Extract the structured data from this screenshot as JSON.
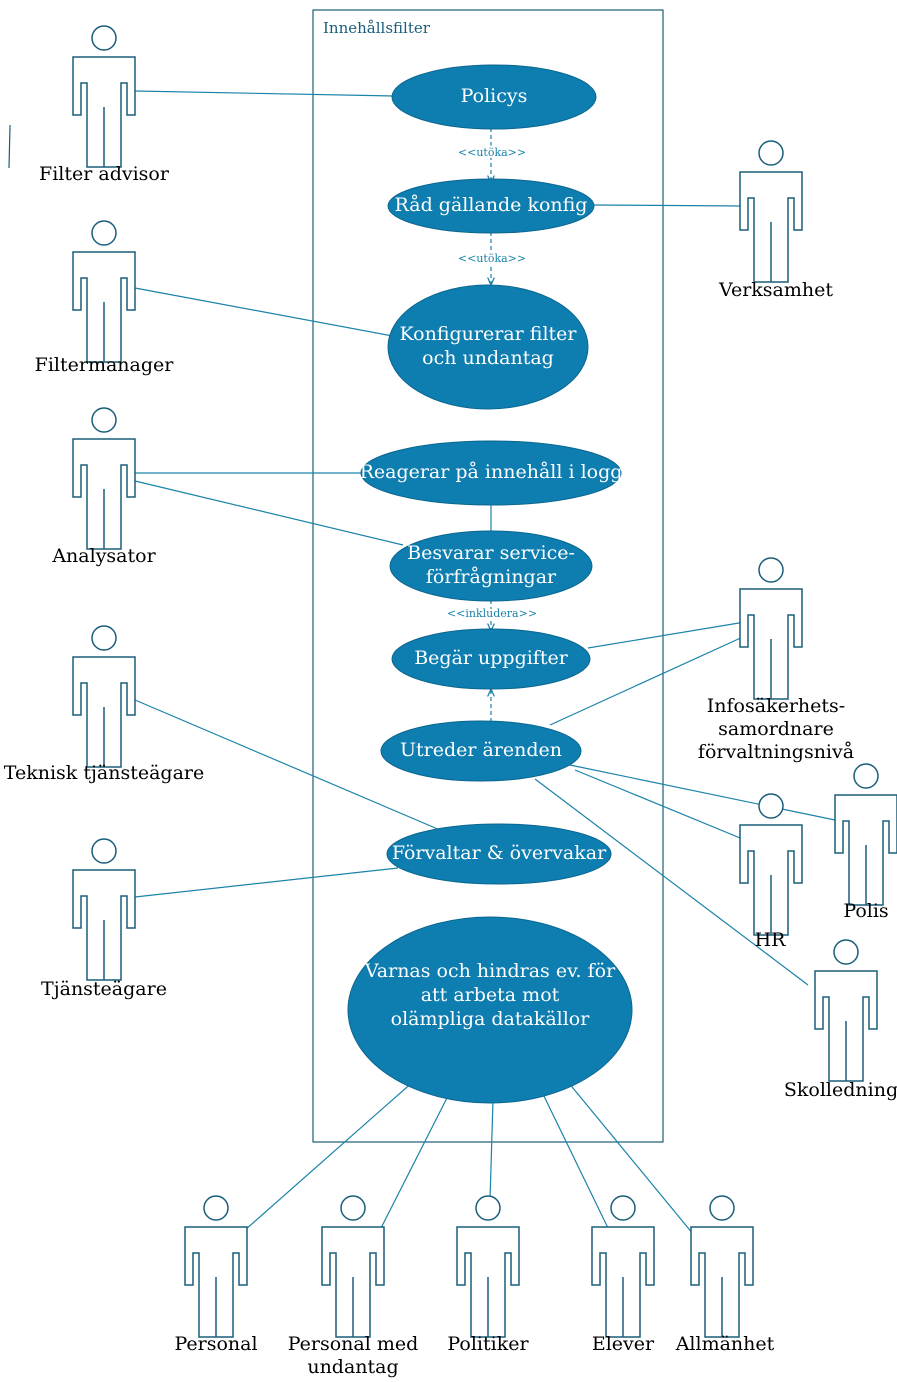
{
  "system": {
    "title": "Innehållsfilter"
  },
  "use_cases": {
    "policys": [
      "Policys"
    ],
    "rad": [
      "Råd gällande konfig"
    ],
    "konfig": [
      "Konfigurerar filter",
      "och undantag"
    ],
    "reagerar": [
      "Reagerar på innehåll i logg"
    ],
    "besvarar": [
      "Besvarar service-",
      "förfrågningar"
    ],
    "begar": [
      "Begär uppgifter"
    ],
    "utreder": [
      "Utreder ärenden"
    ],
    "forvaltar": [
      "Förvaltar & övervakar"
    ],
    "varnas": [
      "Varnas och hindras ev. för",
      "att arbeta mot",
      "olämpliga datakällor"
    ]
  },
  "actors": {
    "filter_advisor": [
      "Filter advisor"
    ],
    "verksamhet": [
      "Verksamhet"
    ],
    "filtermanager": [
      "Filtermanager"
    ],
    "analysator": [
      "Analysator"
    ],
    "infosak": [
      "Infosäkerhets-",
      "samordnare",
      "förvaltningsnivå"
    ],
    "teknisk": [
      "Teknisk tjänsteägare"
    ],
    "hr": [
      "HR"
    ],
    "polis": [
      "Polis"
    ],
    "tjansteagare": [
      "Tjänsteägare"
    ],
    "skolledning": [
      "Skolledning"
    ],
    "personal": [
      "Personal"
    ],
    "personal_undantag": [
      "Personal med",
      "undantag"
    ],
    "politiker": [
      "Politiker"
    ],
    "elever": [
      "Elever"
    ],
    "allmanhet": [
      "Allmänhet"
    ]
  },
  "stereotypes": {
    "extend": "<<utöka>>",
    "include": "<<inkludera>>"
  },
  "colors": {
    "usecase_fill": "#0e7db0",
    "line": "#1a83a8",
    "actor_stroke": "#1a5e7a"
  }
}
